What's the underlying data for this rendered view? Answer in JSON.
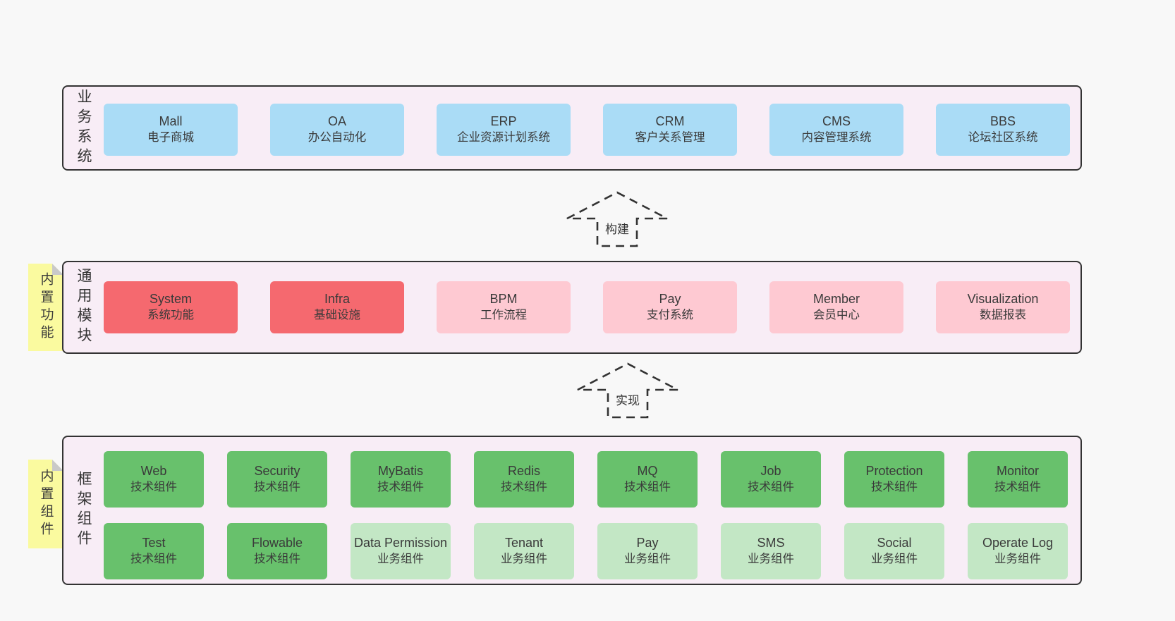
{
  "colors": {
    "page_bg": "#f8f8f8",
    "layer_bg": "#f8edf6",
    "layer_border": "#333333",
    "business_box": "#aadcf6",
    "core_module_box": "#f5696f",
    "optional_module_box": "#fec9d2",
    "tech_component_box": "#68c16c",
    "biz_component_box": "#c3e7c5",
    "sticky_note": "#fafa9f",
    "sticky_fold": "#c9c9c9",
    "text": "#3a3a3a"
  },
  "arrows": [
    {
      "label": "构建"
    },
    {
      "label": "实现"
    }
  ],
  "layers": {
    "business": {
      "side_label": "业务系统",
      "boxes": [
        {
          "title": "Mall",
          "subtitle": "电子商城"
        },
        {
          "title": "OA",
          "subtitle": "办公自动化"
        },
        {
          "title": "ERP",
          "subtitle": "企业资源计划系统"
        },
        {
          "title": "CRM",
          "subtitle": "客户关系管理"
        },
        {
          "title": "CMS",
          "subtitle": "内容管理系统"
        },
        {
          "title": "BBS",
          "subtitle": "论坛社区系统"
        }
      ]
    },
    "modules": {
      "side_label": "通用模块",
      "sticky_label": "内置功能",
      "boxes": [
        {
          "title": "System",
          "subtitle": "系统功能",
          "variant": "red"
        },
        {
          "title": "Infra",
          "subtitle": "基础设施",
          "variant": "red"
        },
        {
          "title": "BPM",
          "subtitle": "工作流程",
          "variant": "pink"
        },
        {
          "title": "Pay",
          "subtitle": "支付系统",
          "variant": "pink"
        },
        {
          "title": "Member",
          "subtitle": "会员中心",
          "variant": "pink"
        },
        {
          "title": "Visualization",
          "subtitle": "数据报表",
          "variant": "pink"
        }
      ]
    },
    "components": {
      "side_label": "框架组件",
      "sticky_label": "内置组件",
      "row1": [
        {
          "title": "Web",
          "subtitle": "技术组件",
          "variant": "green"
        },
        {
          "title": "Security",
          "subtitle": "技术组件",
          "variant": "green"
        },
        {
          "title": "MyBatis",
          "subtitle": "技术组件",
          "variant": "green"
        },
        {
          "title": "Redis",
          "subtitle": "技术组件",
          "variant": "green"
        },
        {
          "title": "MQ",
          "subtitle": "技术组件",
          "variant": "green"
        },
        {
          "title": "Job",
          "subtitle": "技术组件",
          "variant": "green"
        },
        {
          "title": "Protection",
          "subtitle": "技术组件",
          "variant": "green"
        },
        {
          "title": "Monitor",
          "subtitle": "技术组件",
          "variant": "green"
        }
      ],
      "row2": [
        {
          "title": "Test",
          "subtitle": "技术组件",
          "variant": "green"
        },
        {
          "title": "Flowable",
          "subtitle": "技术组件",
          "variant": "green"
        },
        {
          "title": "Data Permission",
          "subtitle": "业务组件",
          "variant": "lightgreen"
        },
        {
          "title": "Tenant",
          "subtitle": "业务组件",
          "variant": "lightgreen"
        },
        {
          "title": "Pay",
          "subtitle": "业务组件",
          "variant": "lightgreen"
        },
        {
          "title": "SMS",
          "subtitle": "业务组件",
          "variant": "lightgreen"
        },
        {
          "title": "Social",
          "subtitle": "业务组件",
          "variant": "lightgreen"
        },
        {
          "title": "Operate Log",
          "subtitle": "业务组件",
          "variant": "lightgreen"
        }
      ]
    }
  }
}
